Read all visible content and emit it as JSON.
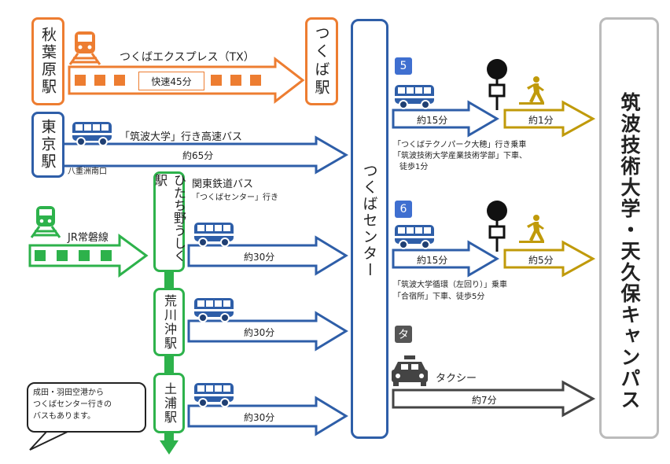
{
  "stations": {
    "akihabara": "秋葉原駅",
    "tokyo": "東京駅",
    "hitachino": "ひたち野うしく駅",
    "arakawaoki": "荒川沖駅",
    "tsuchiura": "土浦駅",
    "tsukuba_tx": "つくば駅",
    "tsukuba_center": "つくばセンター"
  },
  "routes": {
    "tx_name": "つくばエクスプレス（TX）",
    "tx_time": "快速45分",
    "highway_bus_name": "「筑波大学」行き高速バス",
    "highway_bus_time": "約65分",
    "highway_bus_stop": "八重洲南口",
    "jr_line": "JR常磐線",
    "kanto_bus_name": "関東鉄道バス",
    "kanto_bus_dest": "「つくばセンター」行き",
    "hitachino_time": "約30分",
    "arakawaoki_time": "約30分",
    "tsuchiura_time": "約30分"
  },
  "stops": {
    "stop5": {
      "number": "5",
      "bus_time": "約15分",
      "walk_time": "約1分",
      "note1": "「つくばテクノパーク大穂」行き乗車",
      "note2": "「筑波技術大学産業技術学部」下車、",
      "note3": "徒歩1分"
    },
    "stop6": {
      "number": "6",
      "bus_time": "約15分",
      "walk_time": "約5分",
      "note1": "「筑波大学循環（左回り）」乗車",
      "note2": "「合宿所」下車、徒歩5分"
    },
    "taxi": {
      "number": "タ",
      "label": "タクシー",
      "time": "約7分"
    }
  },
  "destination": "筑波技術大学・天久保キャンパス",
  "callout": {
    "line1": "成田・羽田空港から",
    "line2": "つくばセンター行きの",
    "line3": "バスもあります。"
  },
  "colors": {
    "tx": "#ED7D31",
    "bus": "#2E5EA8",
    "jr": "#2DB24B",
    "walk": "#C09A0A",
    "taxi": "#444444",
    "pin": "#E3171A"
  }
}
